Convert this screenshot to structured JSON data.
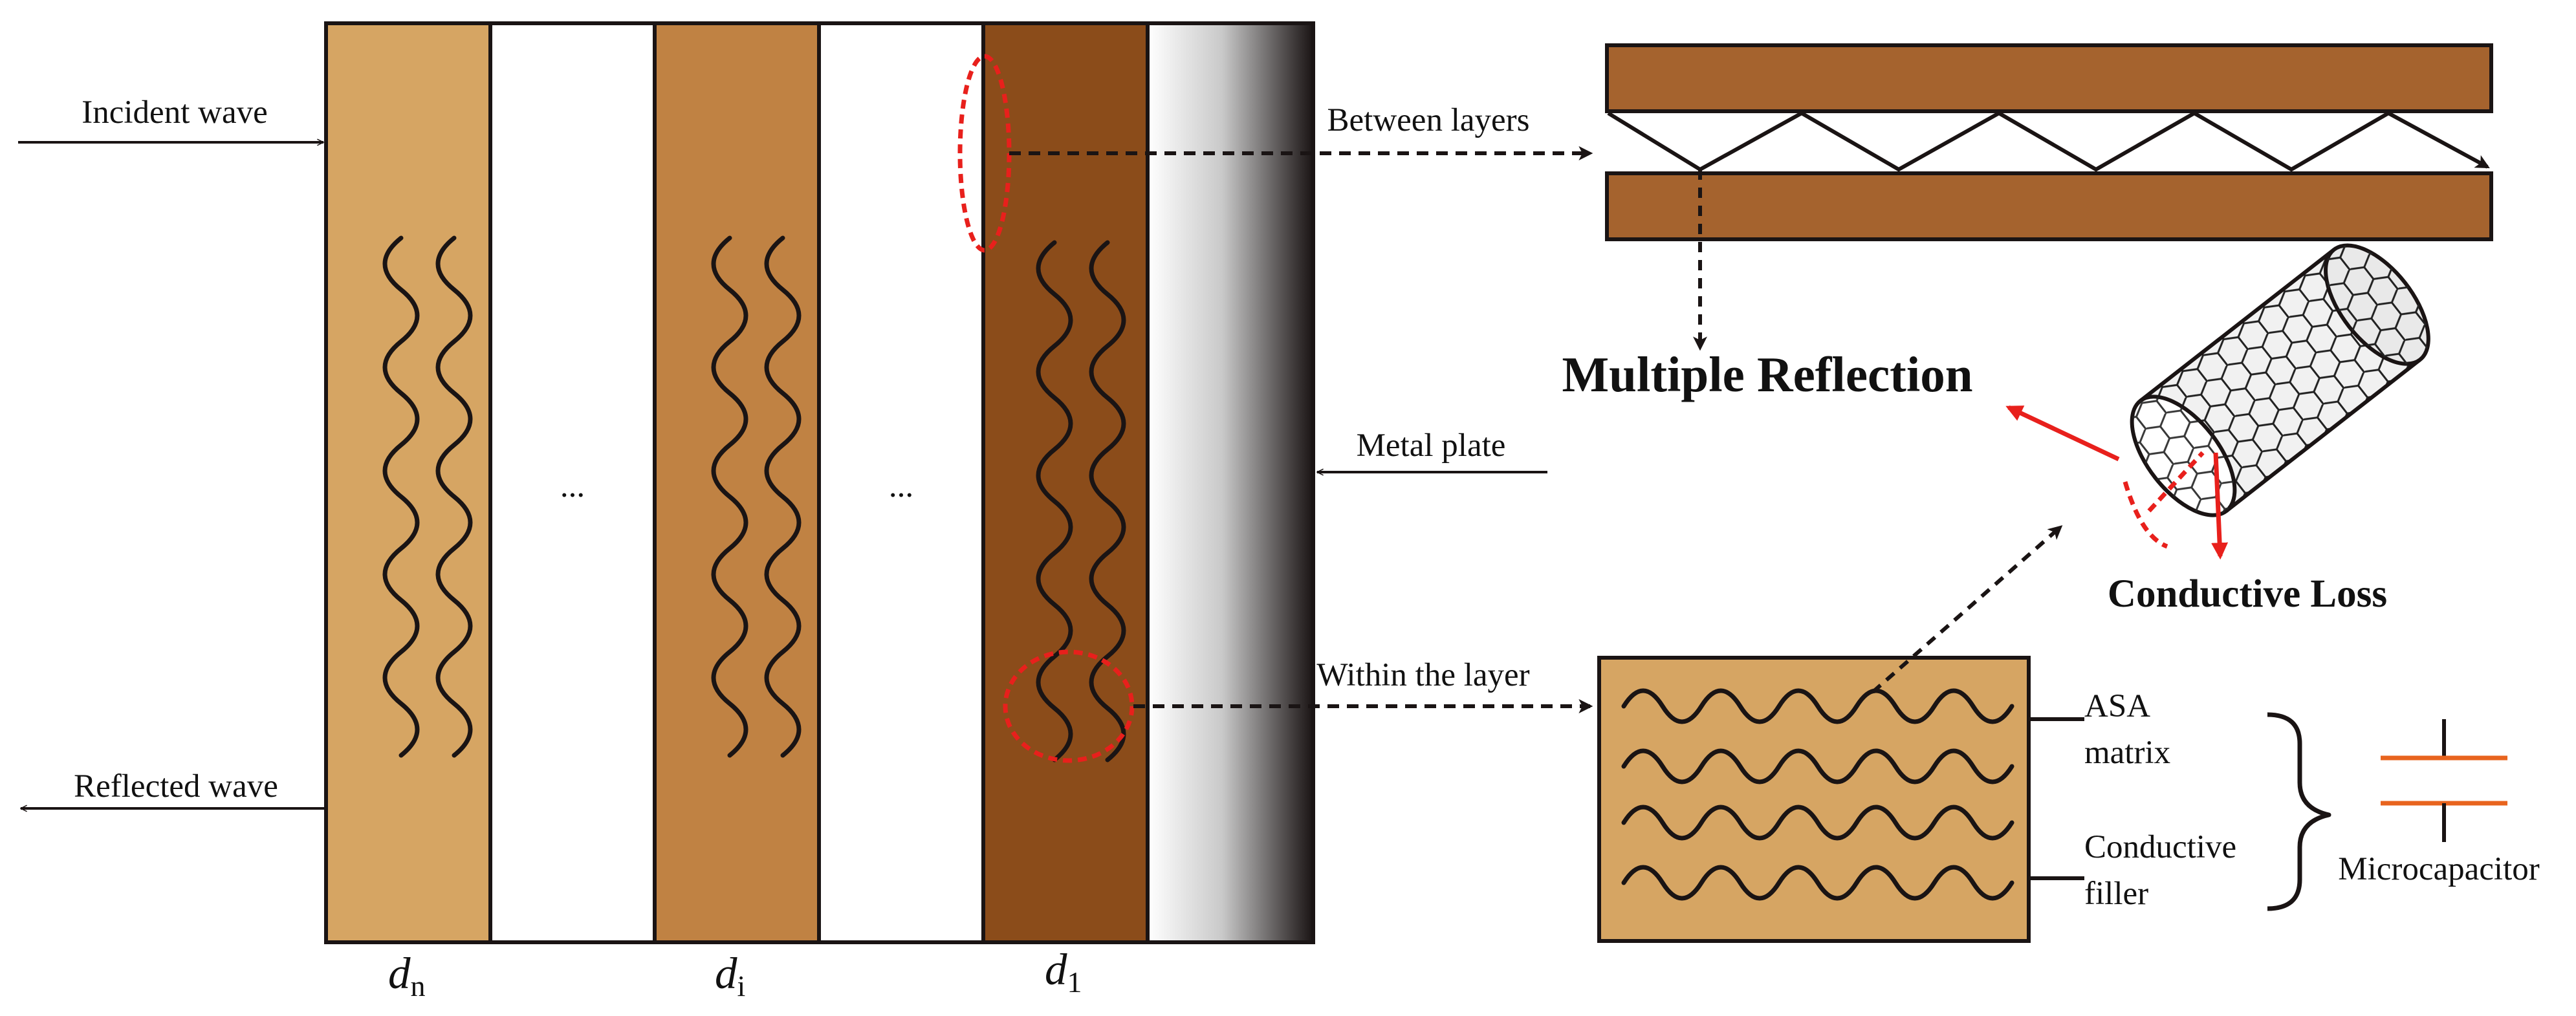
{
  "labels": {
    "incident_wave": "Incident wave",
    "reflected_wave": "Reflected wave",
    "between_layers": "Between layers",
    "within_layer": "Within the layer",
    "metal_plate": "Metal plate",
    "multiple_reflection": "Multiple Reflection",
    "conductive_loss": "Conductive Loss",
    "asa_matrix_line1": "ASA",
    "asa_matrix_line2": "matrix",
    "conductive_filler_line1": "Conductive",
    "conductive_filler_line2": "filler",
    "microcapacitor": "Microcapacitor",
    "ellipsis": "..."
  },
  "layers": [
    {
      "symbol": "d",
      "subscript": "n"
    },
    {
      "symbol": "d",
      "subscript": "i"
    },
    {
      "symbol": "d",
      "subscript": "1"
    }
  ],
  "colors": {
    "layer_light": "#D6A563",
    "layer_mid": "#C08243",
    "layer_dark": "#8B4C1A",
    "plate_brown": "#A5632E",
    "box_fill": "#D6A563",
    "highlight_red": "#E8201C",
    "capacitor_orange": "#E8641E",
    "line": "#1A1414"
  }
}
